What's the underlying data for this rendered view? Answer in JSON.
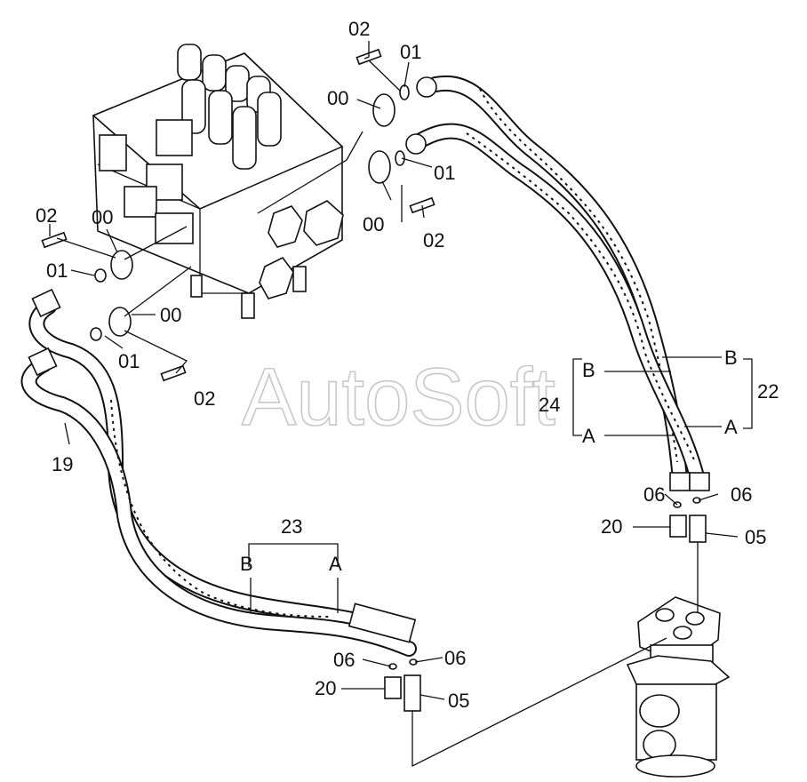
{
  "watermark": "AutoSoft",
  "labels": {
    "l00": "00",
    "l01": "01",
    "l02": "02",
    "l05": "05",
    "l06": "06",
    "l19": "19",
    "l20": "20",
    "l22": "22",
    "l23": "23",
    "l24": "24",
    "lA": "A",
    "lB": "B"
  }
}
